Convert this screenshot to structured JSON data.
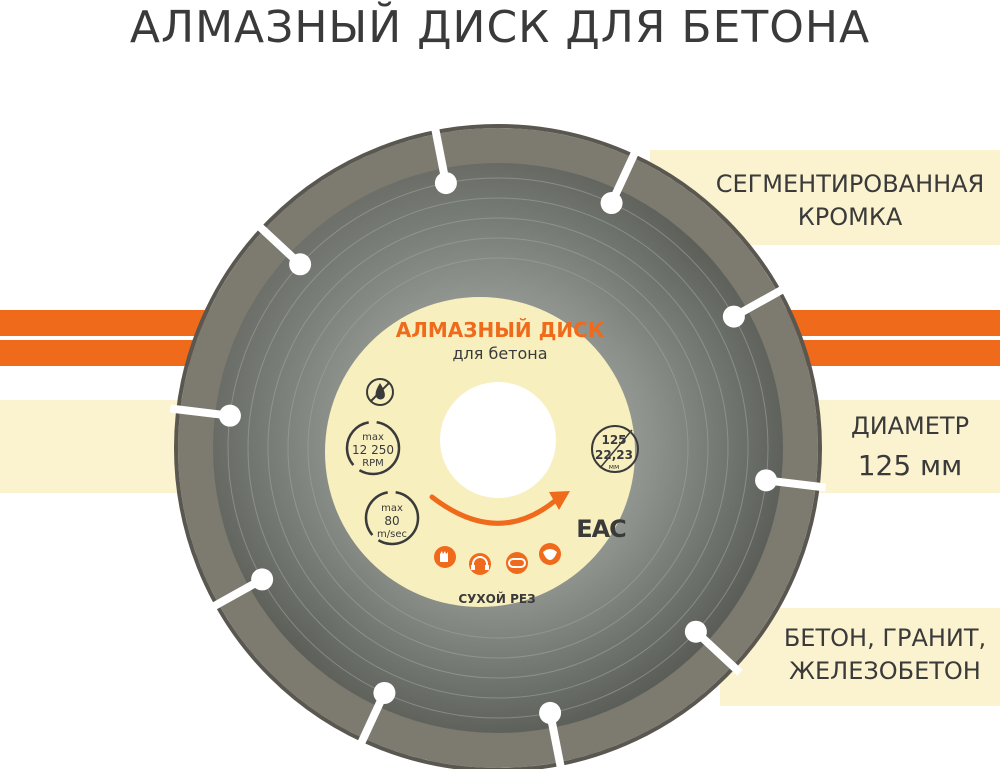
{
  "heading": "АЛМАЗНЫЙ ДИСК ДЛЯ БЕТОНА",
  "colors": {
    "accent": "#f06a1b",
    "cream": "#fbf3cf",
    "label_bg": "#f8efbf",
    "text": "#3a3a3a"
  },
  "features": [
    {
      "line1": "СЕГМЕНТИРОВАННАЯ",
      "line2": "КРОМКА"
    },
    {
      "line1": "ДИАМЕТР",
      "line2": "125 мм"
    },
    {
      "line1": "БЕТОН, ГРАНИТ,",
      "line2": "ЖЕЛЕЗОБЕТОН"
    }
  ],
  "label": {
    "title": "АЛМАЗНЫЙ ДИСК",
    "subtitle": "для бетона",
    "rpm_max": "max",
    "rpm_value": "12 250",
    "rpm_unit": "RPM",
    "speed_max": "max",
    "speed_value": "80",
    "speed_unit": "m/sec",
    "size_diameter": "125",
    "size_bore": "22,23",
    "size_unit": "мм",
    "cert_mark": "EAC",
    "dry_cut": "СУХОЙ РЕЗ",
    "icons": [
      "no-water-icon",
      "gloves-icon",
      "ear-protection-icon",
      "goggles-icon",
      "mask-icon"
    ]
  }
}
